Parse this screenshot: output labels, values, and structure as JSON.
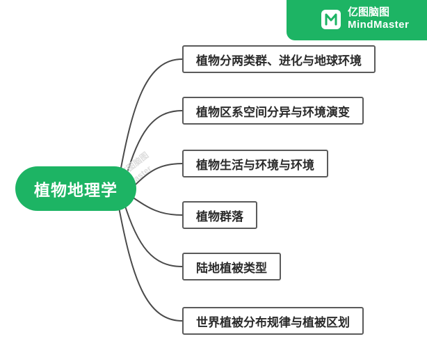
{
  "root": {
    "label": "植物地理学"
  },
  "topics": [
    {
      "label": "植物分两类群、进化与地球环境"
    },
    {
      "label": "植物区系空间分异与环境演变"
    },
    {
      "label": "植物生活与环境与环境"
    },
    {
      "label": "植物群落"
    },
    {
      "label": "陆地植被类型"
    },
    {
      "label": "世界植被分布规律与植被区划"
    }
  ],
  "brand": {
    "name_cn": "亿图脑图",
    "name_en": "MindMaster"
  },
  "watermark": {
    "name_cn": "亿图脑图",
    "name_en": "MindMaster"
  },
  "colors": {
    "accent": "#1db464",
    "brand_bg": "#1db464",
    "connector": "#4a4a4a",
    "topic_border": "#5a5a5a",
    "topic_text": "#2a2a2a"
  },
  "icons": {
    "brand": "mindmaster-logo-icon",
    "watermark": "mindmaster-watermark-icon"
  }
}
